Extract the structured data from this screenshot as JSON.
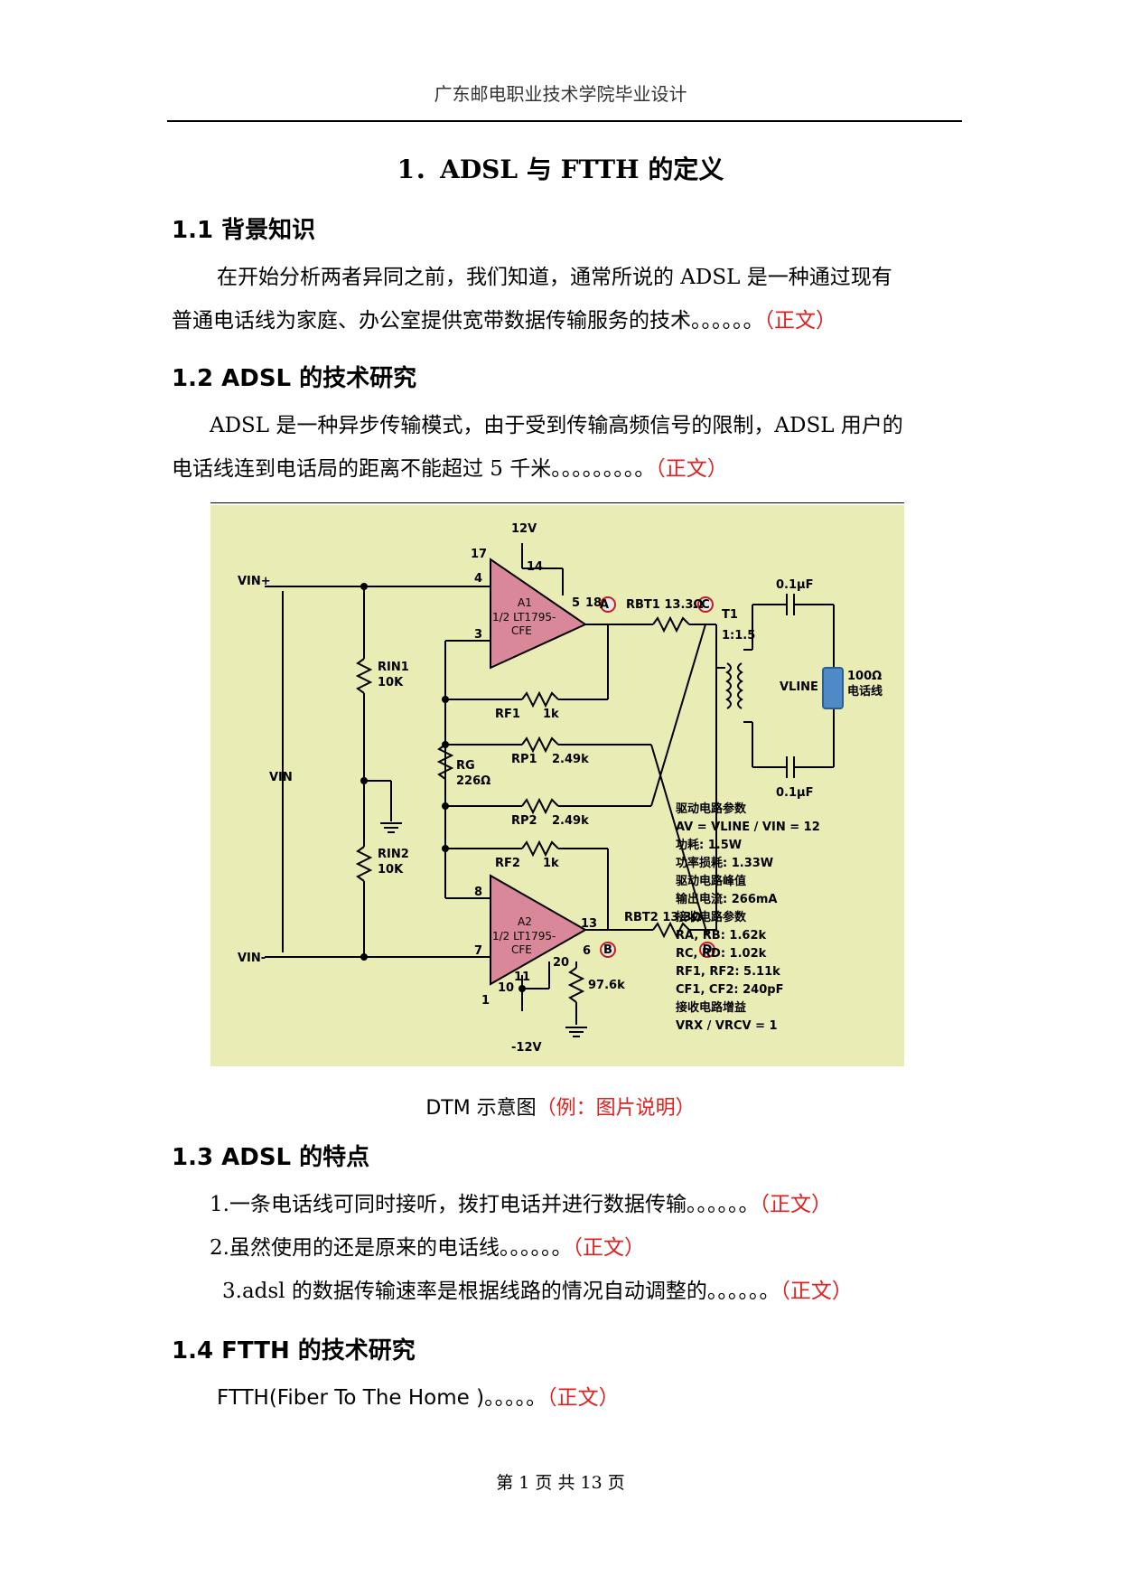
{
  "header": {
    "school": "广东邮电职业技术学院毕业设计"
  },
  "chapter_title": "1．ADSL 与 FTTH 的定义",
  "sections": [
    {
      "heading": "1.1 背景知识",
      "lines": [
        "在开始分析两者异同之前，我们知道，通常所说的 ADSL 是一种通过现有",
        "普通电话线为家庭、办公室提供宽带数据传输服务的技术。。。。。。"
      ],
      "note": "（正文）"
    },
    {
      "heading": "1.2 ADSL 的技术研究",
      "lines": [
        "ADSL 是一种异步传输模式，由于受到传输高频信号的限制，ADSL 用户的",
        "电话线连到电话局的距离不能超过 5 千米。。。。。。。。。"
      ],
      "note": "（正文）"
    },
    {
      "heading": "1.3 ADSL 的特点",
      "items": [
        {
          "text": "1.一条电话线可同时接听，拨打电话并进行数据传输。。。。。。",
          "note": "（正文）"
        },
        {
          "text": "2.虽然使用的还是原来的电话线。。。。。。",
          "note": "（正文）"
        },
        {
          "text": "3.adsl 的数据传输速率是根据线路的情况自动调整的。。。。。。",
          "note": "（正文）"
        }
      ]
    },
    {
      "heading": "1.4 FTTH 的技术研究",
      "lines": [
        "FTTH(Fiber To The Home )。。。。。"
      ],
      "note": "（正文）"
    }
  ],
  "figure": {
    "background": "#eaecb6",
    "amp_color": "#d9889a",
    "caption": "DTM 示意图",
    "caption_note": "（例：图片说明）",
    "labels": {
      "v12": "12V",
      "vneg12": "-12V",
      "vin_plus": "VIN+",
      "vin_minus": "VIN-",
      "vin": "VIN",
      "a1": "A1",
      "a1_part": "1/2 LT1795-",
      "a1_cfe": "CFE",
      "a2": "A2",
      "a2_part": "1/2 LT1795-",
      "a2_cfe": "CFE",
      "pin17": "17",
      "pin4": "4",
      "pin14": "14",
      "pin5": "5",
      "pin3": "3",
      "pin18": "18",
      "pin8": "8",
      "pin7": "7",
      "pin13": "13",
      "pin6": "6",
      "pin20": "20",
      "pin1": "1",
      "pin10": "10",
      "pin11": "11",
      "node_a": "A",
      "node_b": "B",
      "node_c": "C",
      "node_d": "D",
      "rbt1": "RBT1 13.3Ω",
      "rbt2": "RBT2 13.3Ω",
      "t1": "T1",
      "ratio": "1:1.5",
      "cap1": "0.1µF",
      "cap2": "0.1µF",
      "vline": "VLINE",
      "load": "100Ω",
      "load_label": "电话线",
      "rin1": "RIN1",
      "rin1_val": "10K",
      "rin2": "RIN2",
      "rin2_val": "10K",
      "rf1": "RF1",
      "rf1_val": "1k",
      "rf2": "RF2",
      "rf2_val": "1k",
      "rp1": "RP1",
      "rp1_val": "2.49k",
      "rp2": "RP2",
      "rp2_val": "2.49k",
      "rg": "RG",
      "rg_val": "226Ω",
      "r_bias": "97.6k"
    },
    "specs": [
      "驱动电路参数",
      "AV = VLINE / VIN = 12",
      "功耗: 1.5W",
      "功率损耗: 1.33W",
      "驱动电路峰值",
      "输出电流: 266mA",
      "接收电路参数",
      "RA, RB: 1.62k",
      "RC, RD: 1.02k",
      "RF1, RF2: 5.11k",
      "CF1, CF2: 240pF",
      "接收电路增益",
      "VRX / VRCV = 1"
    ]
  },
  "footer": {
    "page_text": "第 1 页 共 13 页"
  }
}
